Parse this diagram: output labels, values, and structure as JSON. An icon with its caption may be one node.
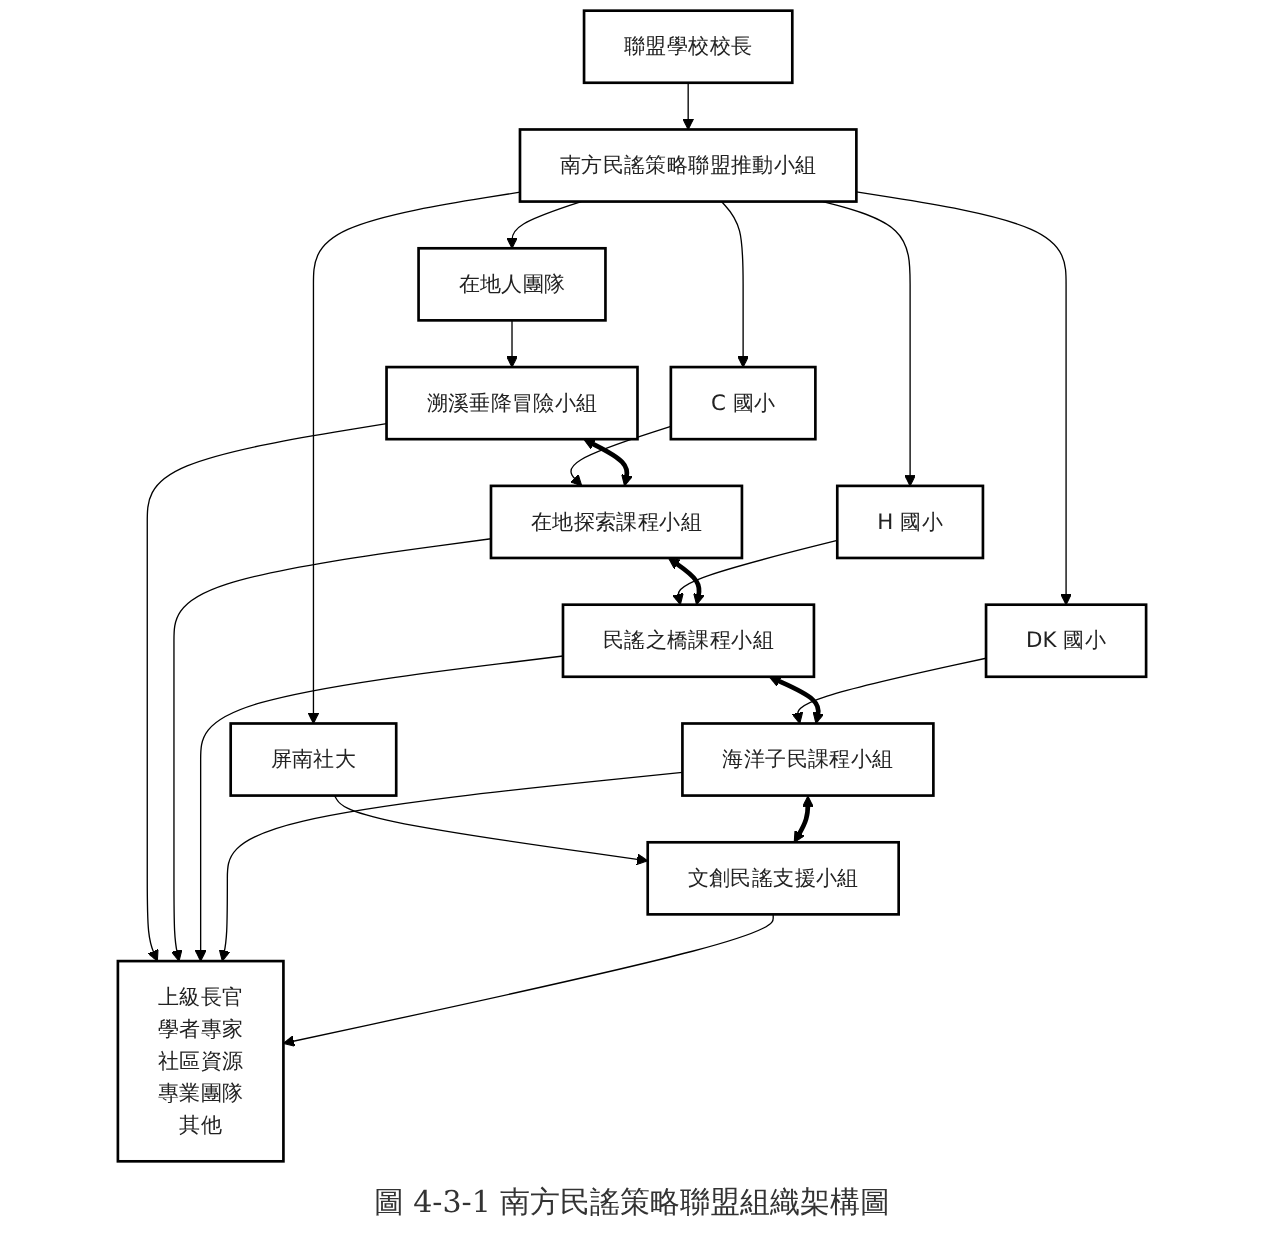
{
  "diagram": {
    "caption": "圖 4-3-1 南方民謠策略聯盟組織架構圖",
    "nodes": [
      {
        "text": [
          "聯盟學校校長"
        ]
      },
      {
        "text": [
          "南方民謠策略聯盟推動小組"
        ]
      },
      {
        "text": [
          "在地人團隊"
        ]
      },
      {
        "text": [
          "C 國小"
        ]
      },
      {
        "text": [
          "H 國小"
        ]
      },
      {
        "text": [
          "DK 國小"
        ]
      },
      {
        "text": [
          "屏南社大"
        ]
      },
      {
        "text": [
          "溯溪垂降冒險小組"
        ]
      },
      {
        "text": [
          "在地探索課程小組"
        ]
      },
      {
        "text": [
          "民謠之橋課程小組"
        ]
      },
      {
        "text": [
          "海洋子民課程小組"
        ]
      },
      {
        "text": [
          "文創民謠支援小組"
        ]
      },
      {
        "text": [
          "上級長官",
          "學者專家",
          "社區資源",
          "專業團隊",
          "其他"
        ]
      }
    ],
    "edges": [
      {
        "from": 0,
        "to": 1,
        "arrow": "to"
      },
      {
        "from": 1,
        "to": 2,
        "arrow": "to"
      },
      {
        "from": 1,
        "to": 3,
        "arrow": "to"
      },
      {
        "from": 1,
        "to": 4,
        "arrow": "to"
      },
      {
        "from": 1,
        "to": 5,
        "arrow": "to"
      },
      {
        "from": 1,
        "to": 6,
        "arrow": "to"
      },
      {
        "from": 2,
        "to": 7,
        "arrow": "to"
      },
      {
        "from": 3,
        "to": 8,
        "arrow": "to"
      },
      {
        "from": 4,
        "to": 9,
        "arrow": "to"
      },
      {
        "from": 5,
        "to": 10,
        "arrow": "to"
      },
      {
        "from": 6,
        "to": 11,
        "arrow": "to"
      },
      {
        "from": 7,
        "to": 8,
        "arrow": "both",
        "style": "thick"
      },
      {
        "from": 8,
        "to": 9,
        "arrow": "both",
        "style": "thick"
      },
      {
        "from": 9,
        "to": 10,
        "arrow": "both",
        "style": "thick"
      },
      {
        "from": 10,
        "to": 11,
        "arrow": "both",
        "style": "thick"
      },
      {
        "from": 7,
        "to": 12,
        "arrow": "to"
      },
      {
        "from": 8,
        "to": 12,
        "arrow": "to"
      },
      {
        "from": 9,
        "to": 12,
        "arrow": "to"
      },
      {
        "from": 10,
        "to": 12,
        "arrow": "to"
      },
      {
        "from": 11,
        "to": 12,
        "arrow": "to"
      }
    ]
  }
}
